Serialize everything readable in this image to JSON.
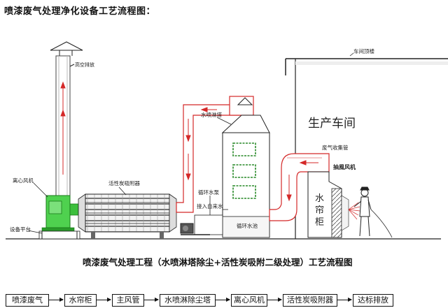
{
  "title": "喷漆废气处理净化设备工艺流程图：",
  "labels": {
    "high_exhaust": "高空排放",
    "centrifugal_fan": "离心风机",
    "carbon_adsorber": "活性炭吸附器",
    "equipment_platform": "设备平台",
    "spray_tower": "水喷淋塔",
    "circulating_pump": "循环水泵",
    "tap_water": "接入自来水",
    "circulating_tank": "循环水池",
    "workshop_roof": "车间顶楼",
    "workshop": "生产车间",
    "collection_duct": "废气收集管",
    "extraction_fan": "抽風风机",
    "water_curtain": [
      "水",
      "帘",
      "柜"
    ]
  },
  "subtitle": "喷漆废气处理工程（水喷淋塔除尘+活性炭吸附二级处理）工艺流程图",
  "flow_steps": [
    "喷漆废气",
    "水帘柜",
    "主风管",
    "水喷淋除尘塔",
    "离心风机",
    "活性炭吸附器",
    "达标排放"
  ],
  "colors": {
    "duct": "#d42828",
    "fan": "#22bb22",
    "accent_text": "#cc1111",
    "line": "#222222"
  }
}
